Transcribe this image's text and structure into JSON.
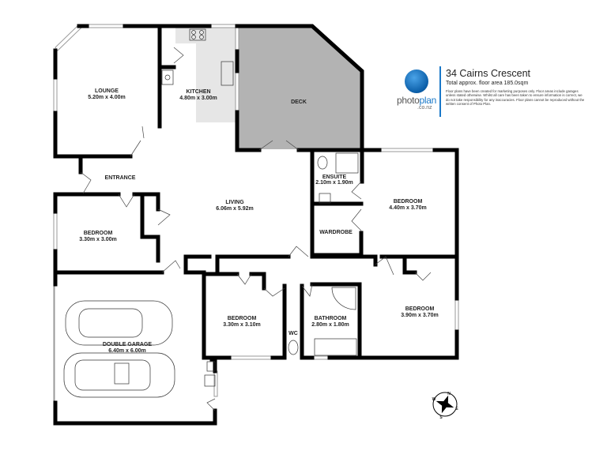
{
  "header": {
    "address": "34 Cairns Crescent",
    "floor_area": "Total approx. floor area 185.0sqm",
    "disclaimer": "Floor plans have been created for marketing purposes only. Floor areas include garages unless stated otherwise. Whilst all care has been taken to ensure information is correct, we do not take responsibility for any inaccuracies. Floor plans cannot be reproduced without the written consent of Photo Plan."
  },
  "logo": {
    "name_part1": "photo",
    "name_part2": "plan",
    "domain": ".co.nz",
    "color": "#1a78c8"
  },
  "rooms": {
    "lounge": {
      "name": "LOUNGE",
      "size": "5.20m  x 4.00m"
    },
    "kitchen": {
      "name": "KITCHEN",
      "size": "4.80m  x 3.00m"
    },
    "deck": {
      "name": "DECK"
    },
    "entrance": {
      "name": "ENTRANCE"
    },
    "living": {
      "name": "LIVING",
      "size": "6.06m  x 5.92m"
    },
    "ensuite": {
      "name": "ENSUITE",
      "size": "2.10m  x 1.90m"
    },
    "bedroom_master": {
      "name": "BEDROOM",
      "size": "4.40m  x 3.70m"
    },
    "wardrobe": {
      "name": "WARDROBE"
    },
    "bedroom_west": {
      "name": "BEDROOM",
      "size": "3.30m  x 3.00m"
    },
    "garage": {
      "name": "DOUBLE GARAGE",
      "size": "6.40m  x 6.00m"
    },
    "bedroom_mid": {
      "name": "BEDROOM",
      "size": "3.30m  x 3.10m"
    },
    "wc": {
      "name": "WC"
    },
    "bathroom": {
      "name": "BATHROOM",
      "size": "2.80m  x 1.80m"
    },
    "bedroom_east": {
      "name": "BEDROOM",
      "size": "3.90m  x 3.70m"
    }
  },
  "compass": {
    "n": "N",
    "e": "E",
    "s": "S",
    "w": "W"
  },
  "colors": {
    "deck": "#b3b3b3",
    "kitchen_bench": "#e6e6e6",
    "wall": "#000000"
  }
}
